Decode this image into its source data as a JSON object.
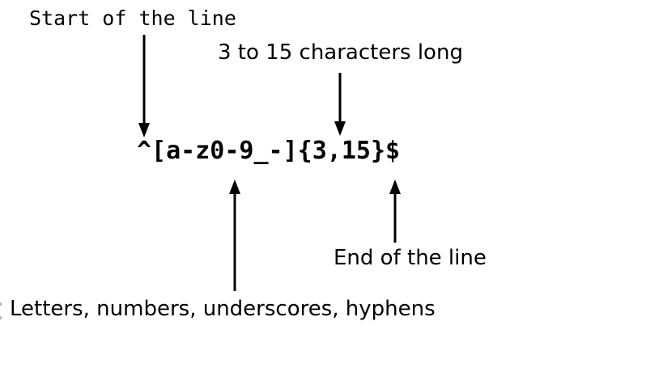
{
  "diagram": {
    "regex": "^[a-z0-9_-]{3,15}$",
    "annotations": [
      {
        "label": "Start of the line",
        "target": "^",
        "arrow_direction": "down"
      },
      {
        "label": "3 to 15 characters long",
        "target": "{3,15}",
        "arrow_direction": "down"
      },
      {
        "label": "Letters, numbers, underscores, hyphens",
        "target": "[a-z0-9_-]",
        "arrow_direction": "up"
      },
      {
        "label": "End of the line",
        "target": "$",
        "arrow_direction": "up"
      }
    ],
    "colors": {
      "background": "#ffffff",
      "foreground": "#000000",
      "edge_artifact": "#b4b4b4"
    }
  }
}
